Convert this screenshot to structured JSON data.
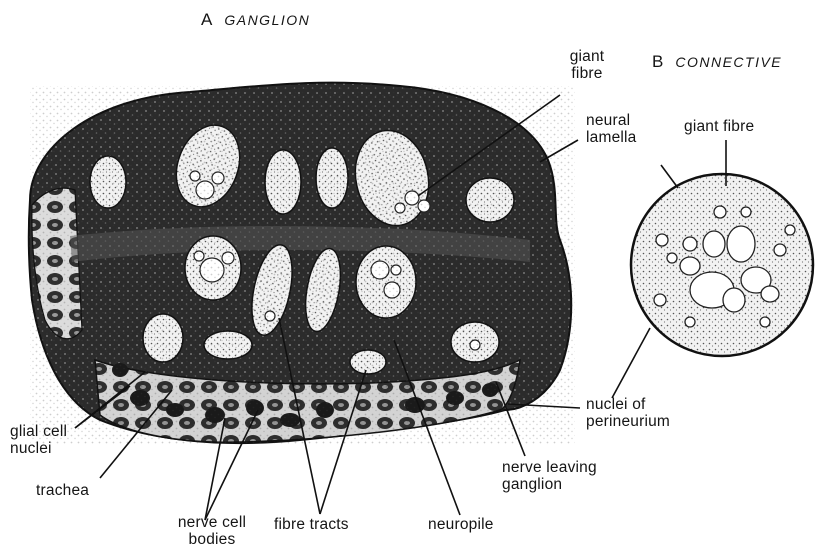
{
  "panel_a": {
    "letter": "A",
    "title": "GANGLION",
    "labels": {
      "giant_fibre": "giant\nfibre",
      "neural_lamella": "neural\nlamella",
      "glial_cell_nuclei": "glial cell\nnuclei",
      "trachea": "trachea",
      "nerve_cell_bodies": "nerve cell\nbodies",
      "fibre_tracts": "fibre tracts",
      "neuropile": "neuropile",
      "nerve_leaving_ganglion": "nerve leaving\nganglion",
      "nuclei_of_perineurium": "nuclei of\nperineurium"
    }
  },
  "panel_b": {
    "letter": "B",
    "title": "CONNECTIVE",
    "labels": {
      "giant_fibre": "giant fibre"
    }
  }
}
